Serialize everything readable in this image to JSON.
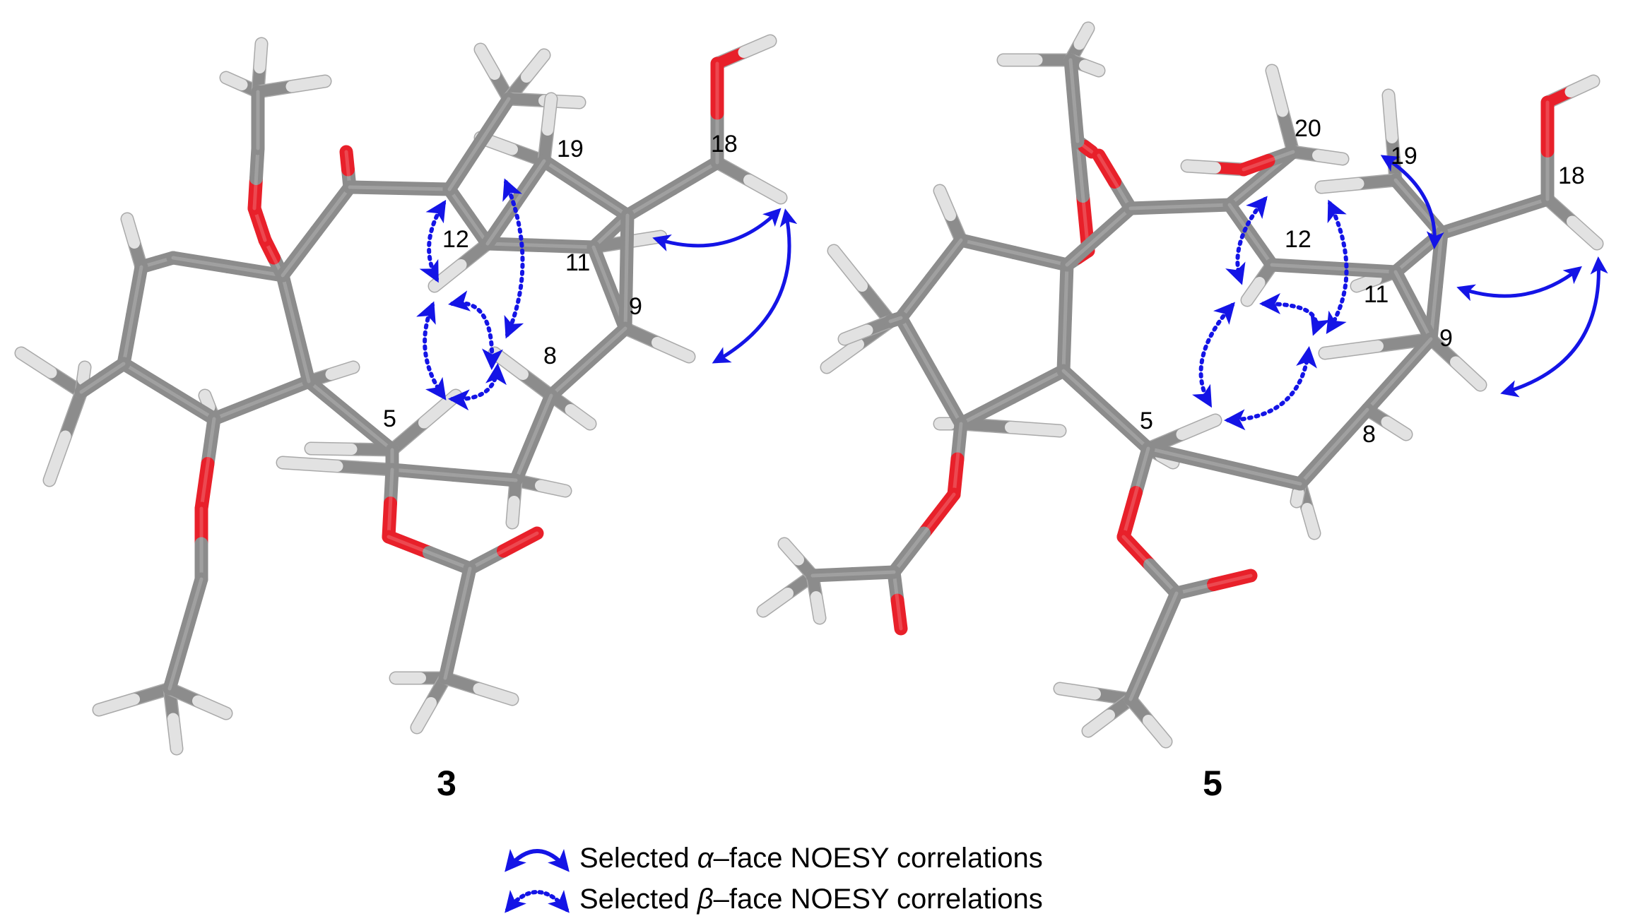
{
  "colors": {
    "carbon": "#8c8c8c",
    "carbon_hi": "#b5b5b5",
    "oxygen": "#e8202a",
    "hydrogen": "#e2e2e2",
    "hydrogen_edge": "#a9a9a9",
    "arrow": "#1414e6"
  },
  "compounds": [
    {
      "label": "3",
      "atom_labels": [
        "19",
        "18",
        "12",
        "11",
        "9",
        "8",
        "5"
      ]
    },
    {
      "label": "5",
      "atom_labels": [
        "20",
        "19",
        "18",
        "12",
        "11",
        "9",
        "8",
        "5"
      ]
    }
  ],
  "legend": {
    "alpha": {
      "prefix": "Selected ",
      "greek": "α",
      "suffix": "–face NOESY correlations"
    },
    "beta": {
      "prefix": "Selected ",
      "greek": "β",
      "suffix": "–face NOESY correlations"
    }
  }
}
